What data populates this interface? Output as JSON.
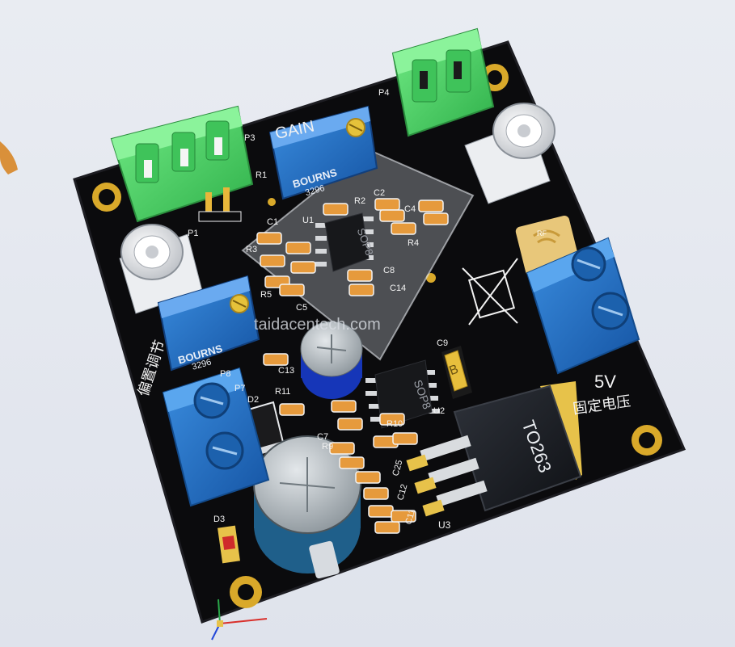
{
  "board": {
    "watermark": "taidacentech.com",
    "gain_label": "GAIN",
    "offset_label": "偏置调节",
    "fixed_voltage_value": "5V",
    "fixed_voltage_label": "固定电压",
    "rf_badge": "RF"
  },
  "connectors": {
    "p1": "P1",
    "p3": "P3",
    "p4": "P4",
    "p7": "P7",
    "p8": "P8"
  },
  "potentiometers": {
    "gain": {
      "brand": "BOURNS",
      "model": "3296"
    },
    "offset": {
      "brand": "BOURNS",
      "model": "3296"
    }
  },
  "ics": {
    "u1": {
      "ref": "U1",
      "package": "SOP8"
    },
    "u2": {
      "ref": "U2",
      "package": "SOP8"
    },
    "u3": {
      "ref": "U3",
      "package": "TO263"
    }
  },
  "capacitors": {
    "c1": "C1",
    "c2": "C2",
    "c4": "C4",
    "c5": "C5",
    "c7": "C7",
    "c8": "C8",
    "c9": "C9",
    "c11": "C11",
    "c12": "C12",
    "c13": "C13",
    "c14": "C14",
    "c25": "C25"
  },
  "resistors": {
    "r1": "R1",
    "r2": "R2",
    "r3": "R3",
    "r4": "R4",
    "r5": "R5",
    "r9": "R9",
    "r10": "R10",
    "r11": "R11"
  },
  "diodes": {
    "d2": "D2",
    "d3": "D3"
  },
  "c9_marking": "B",
  "colors": {
    "pcb": "#0b0b0d",
    "terminal_green": "#4fd66a",
    "terminal_blue": "#1f74c9",
    "trimmer_blue": "#2a63c9",
    "gold": "#e5b42f"
  }
}
